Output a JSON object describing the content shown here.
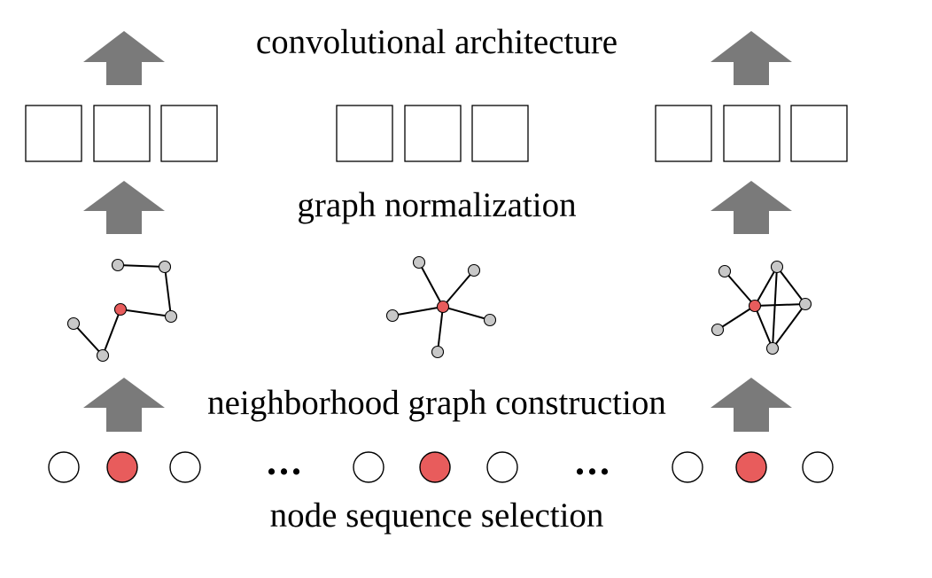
{
  "labels": {
    "convolutional": "convolutional architecture",
    "normalization": "graph normalization",
    "neighborhood": "neighborhood graph construction",
    "selection": "node sequence selection",
    "ellipsis_1": "...",
    "ellipsis_2": "..."
  },
  "colors": {
    "arrow": "#7a7a7a",
    "selected_node": "#e85c5c",
    "neighbor_node": "#c8c8c8"
  }
}
